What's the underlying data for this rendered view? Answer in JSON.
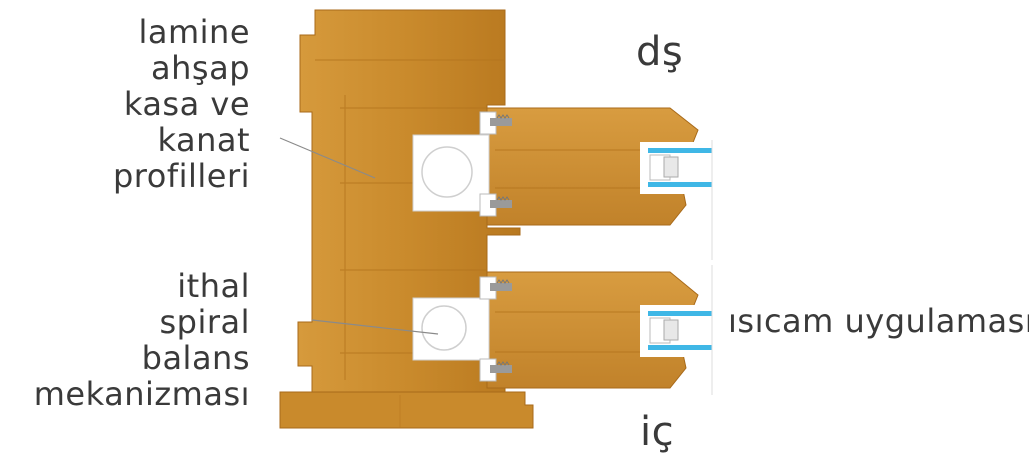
{
  "labels": {
    "lamine": [
      "lamine",
      "ahşap",
      "kasa ve",
      "kanat",
      "profilleri"
    ],
    "ithal": [
      "ithal",
      "spiral",
      "balans",
      "mekanizması"
    ],
    "isicam": "ısıcam uygulaması",
    "ds": "dş",
    "ic": "iç"
  },
  "colors": {
    "wood": "#c98a2c",
    "wood_dark": "#a86a1a",
    "wood_light": "#dba048",
    "grain": "#b5761f",
    "glass": "#3fb7e6",
    "hardware": "#9a9a9a",
    "leader": "#8a8a8a",
    "text": "#3a3a3a"
  },
  "icons": [
    "screw-icon",
    "balance-circle-icon"
  ]
}
